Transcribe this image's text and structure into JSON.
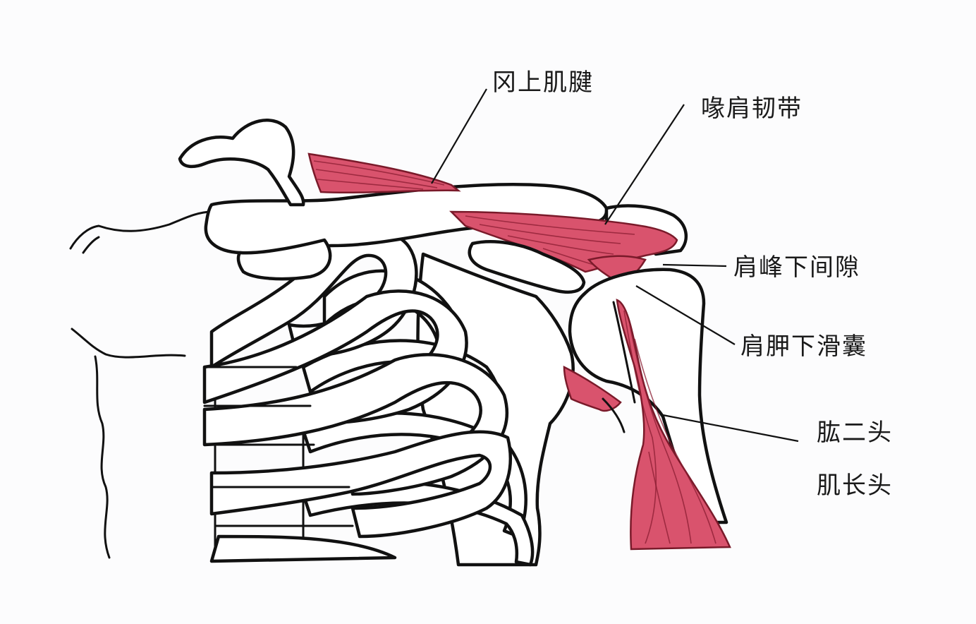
{
  "labels": {
    "supraspinatus_tendon": "冈上肌腱",
    "coracoacromial_ligament": "喙肩韧带",
    "subacromial_space": "肩峰下间隙",
    "subscapular_bursa": "肩胛下滑囊",
    "biceps_long_head_line1": "肱二头",
    "biceps_long_head_line2": "肌长头"
  },
  "colors": {
    "muscle": "#d9536d",
    "outline": "#111111",
    "background": "#fcfcfd"
  }
}
